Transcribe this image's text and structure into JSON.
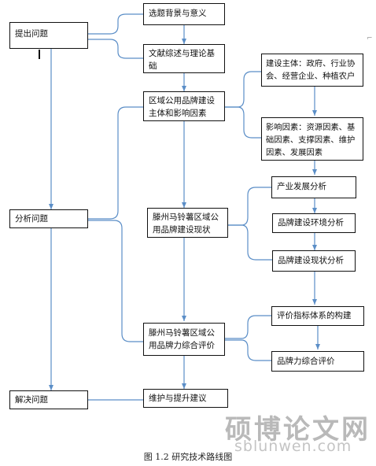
{
  "boxes": {
    "ask": "提出问题",
    "analyze": "分析问题",
    "solve": "解决问题",
    "bg": "选题背景与意义",
    "lit": "文献综述与理论基础",
    "subject": "区域公用品牌建设主体和影响因素",
    "status": "滕州马铃薯区域公用品牌建设现状",
    "eval": "滕州马铃薯区域公用品牌力综合评价",
    "advice": "维护与提升建议",
    "actors": "建设主体：政府、行业协会、经营企业、种植农户",
    "factors": "影响因素：资源因素、基础因素、支撑因素、维护因素、发展因素",
    "industry": "产业发展分析",
    "env": "品牌建设环境分析",
    "cur": "品牌建设现状分析",
    "index": "评价指标体系的构建",
    "power": "品牌力综合评价"
  },
  "watermark": {
    "cn": "硕博论文网",
    "url": "sblunwen.com"
  },
  "caption": "图 1.2  研究技术路线图",
  "page_mark": "⌐"
}
